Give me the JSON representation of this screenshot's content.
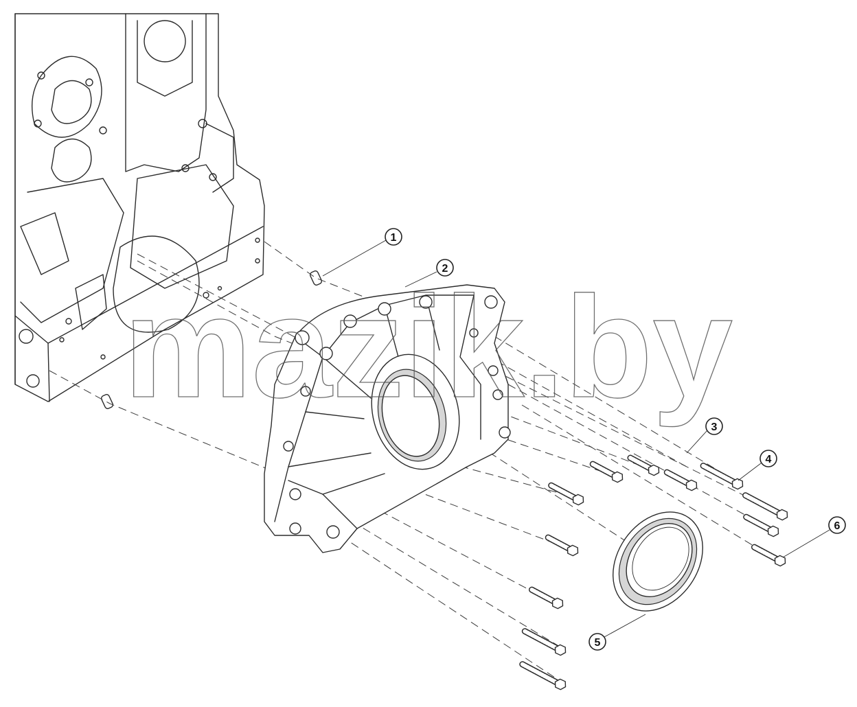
{
  "watermark": "mazik.by",
  "callouts": [
    {
      "id": "1",
      "label": "1"
    },
    {
      "id": "2",
      "label": "2"
    },
    {
      "id": "3",
      "label": "3"
    },
    {
      "id": "4",
      "label": "4"
    },
    {
      "id": "5",
      "label": "5"
    },
    {
      "id": "6",
      "label": "6"
    }
  ]
}
